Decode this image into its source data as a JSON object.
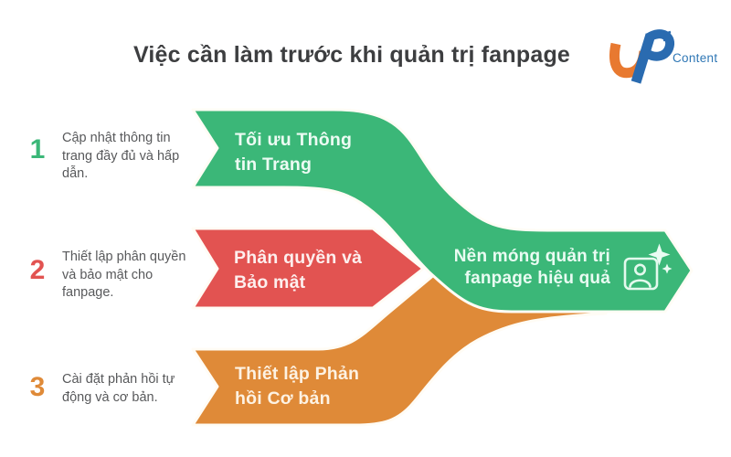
{
  "title": "Việc cần làm trước khi quản trị fanpage",
  "logo": {
    "brand_icon": "jp-monogram",
    "text": "Content"
  },
  "steps": [
    {
      "number": "1",
      "description_lines": [
        "Cập nhật thông tin",
        "trang đầy đủ và hấp",
        "dẫn."
      ],
      "label_lines": [
        "Tối ưu Thông",
        "tin Trang"
      ],
      "color": "#3bb778"
    },
    {
      "number": "2",
      "description_lines": [
        "Thiết lập phân quyền",
        "và bảo mật cho",
        "fanpage."
      ],
      "label_lines": [
        "Phân quyền và",
        "Bảo mật"
      ],
      "color": "#e25351"
    },
    {
      "number": "3",
      "description_lines": [
        "Cài đặt phản hồi tự",
        "động và cơ bản."
      ],
      "label_lines": [
        "Thiết lập Phản",
        "hồi Cơ bản"
      ],
      "color": "#df8a38"
    }
  ],
  "result": {
    "label_lines": [
      "Nền móng  quản trị",
      "fanpage hiệu quả"
    ],
    "icon": "user-badge-with-sparkle-icon",
    "color": "#3bb778"
  },
  "colors": {
    "green": "#3bb778",
    "red": "#e25351",
    "orange": "#df8a38",
    "outline_seam": "#fffcf5",
    "title_text": "#3d3e40",
    "body_text": "#58595b",
    "logo_blue": "#2a6bb0",
    "logo_orange": "#e87930",
    "background": "#ffffff"
  }
}
